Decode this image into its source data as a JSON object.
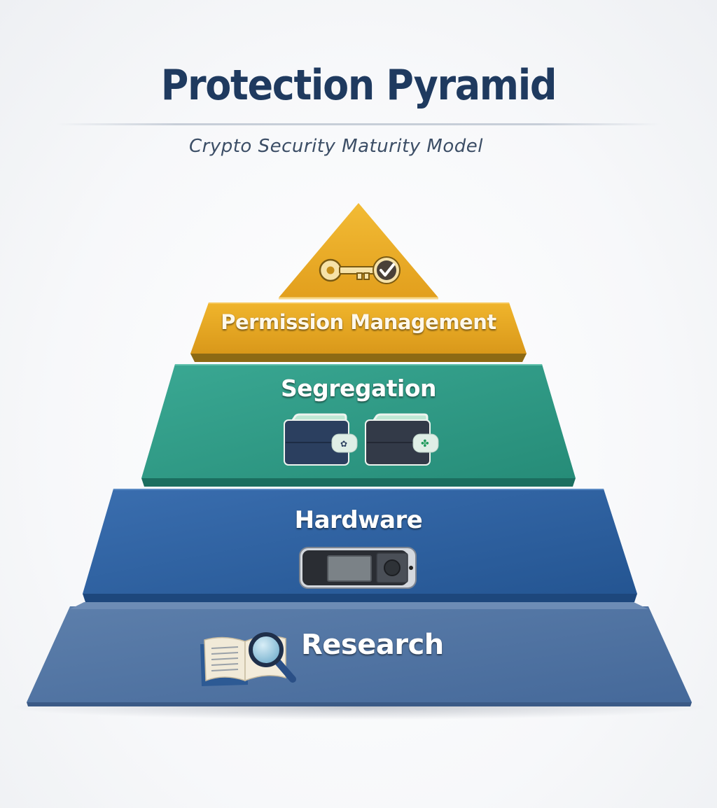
{
  "header": {
    "title": "Protection Pyramid",
    "subtitle": "Crypto Security Maturity Model"
  },
  "pyramid": {
    "tiers": [
      {
        "level": 1,
        "position": "apex",
        "label": "",
        "icon": "key-check-icon",
        "color": "#e8a921"
      },
      {
        "level": 2,
        "position": "top",
        "label": "Permission Management",
        "icon": "key-check-icon",
        "color": "#e3a51e"
      },
      {
        "level": 3,
        "position": "upper-middle",
        "label": "Segregation",
        "icon": "two-wallets-icon",
        "color": "#2e9b86"
      },
      {
        "level": 4,
        "position": "lower-middle",
        "label": "Hardware",
        "icon": "hardware-wallet-icon",
        "color": "#2c5f9e"
      },
      {
        "level": 5,
        "position": "base",
        "label": "Research",
        "icon": "book-magnifier-icon",
        "color": "#4d6f9c"
      }
    ]
  },
  "colors": {
    "title": "#1f3a5f",
    "subtitle": "#3c4e66",
    "gold": "#e3a51e",
    "teal": "#2e9b86",
    "blue": "#2c5f9e",
    "slate": "#4d6f9c"
  }
}
